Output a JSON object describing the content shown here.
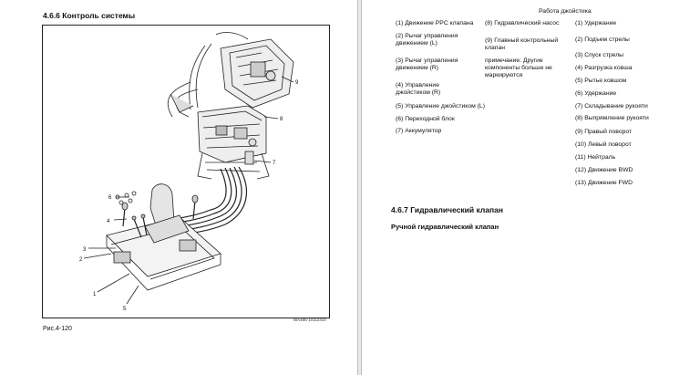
{
  "left_page": {
    "section_title": "4.6.6 Контроль системы",
    "figure_caption": "Рис.4-120",
    "drawing_code": "WA485-10112310",
    "callouts": [
      "1",
      "2",
      "3",
      "4",
      "5",
      "6",
      "7",
      "8",
      "9"
    ]
  },
  "right_page": {
    "table_title": "Работа джойстика",
    "col1": [
      "(1) Движение PPC клапана",
      "(2) Рычаг управления движением (L)",
      "(3) Рычаг управления движением (R)",
      "(4) Управление джойстиком (R)",
      "(5) Управление джойстиком (L)",
      "(6) Переходной блок",
      "(7) Аккумулятор"
    ],
    "col2": [
      "(8) Гидравлический насос",
      "(9) Главный контрольный клапан",
      "примечание: Другие компоненты больше не маркируются"
    ],
    "col3": [
      "(1) Удержание",
      "(2) Подъем стрелы",
      "(3) Спуск стрелы",
      "(4) Разгрузка ковша",
      "(5) Рытье ковшом",
      "(6) Удержание",
      "(7) Складывание рукояти",
      "(8) Выпрямление рукояти",
      "(9) Правый поворот",
      "(10) Левый поворот",
      "(11) Нейтраль",
      "(12) Движение BWD",
      "(13) Движение FWD"
    ],
    "section_title": "4.6.7 Гидравлический клапан",
    "subsection_title": "Ручной гидравлический клапан"
  }
}
